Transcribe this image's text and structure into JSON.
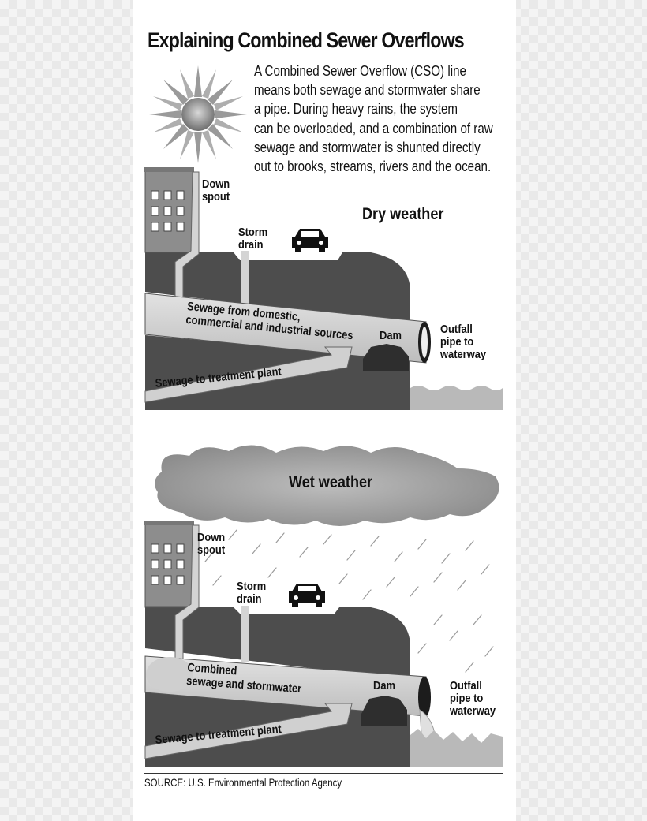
{
  "title": "Explaining Combined Sewer Overflows",
  "intro_lines": [
    "A Combined Sewer Overflow (CSO) line",
    "means both sewage and stormwater share",
    "a pipe. During heavy rains, the system",
    "can be overloaded, and a combination of raw",
    "sewage and stormwater is shunted directly",
    "out to brooks, streams, rivers and the ocean."
  ],
  "dry": {
    "heading": "Dry weather",
    "downspout": [
      "Down",
      "spout"
    ],
    "storm_drain": [
      "Storm",
      "drain"
    ],
    "sewage_source": [
      "Sewage from domestic,",
      "commercial and industrial sources"
    ],
    "dam": "Dam",
    "outfall": [
      "Outfall",
      "pipe to",
      "waterway"
    ],
    "treatment": "Sewage to treatment plant"
  },
  "wet": {
    "heading": "Wet weather",
    "downspout": [
      "Down",
      "spout"
    ],
    "storm_drain": [
      "Storm",
      "drain"
    ],
    "combined": [
      "Combined",
      "sewage and stormwater"
    ],
    "dam": "Dam",
    "outfall": [
      "Outfall",
      "pipe to",
      "waterway"
    ],
    "treatment": "Sewage to treatment plant"
  },
  "source": "SOURCE: U.S. Environmental Protection Agency",
  "colors": {
    "ground": "#4d4d4d",
    "pipe": "#cfcfcf",
    "water": "#b9b9b9",
    "cloud": "#9a9a9a",
    "sun": "#8f8f8f"
  }
}
